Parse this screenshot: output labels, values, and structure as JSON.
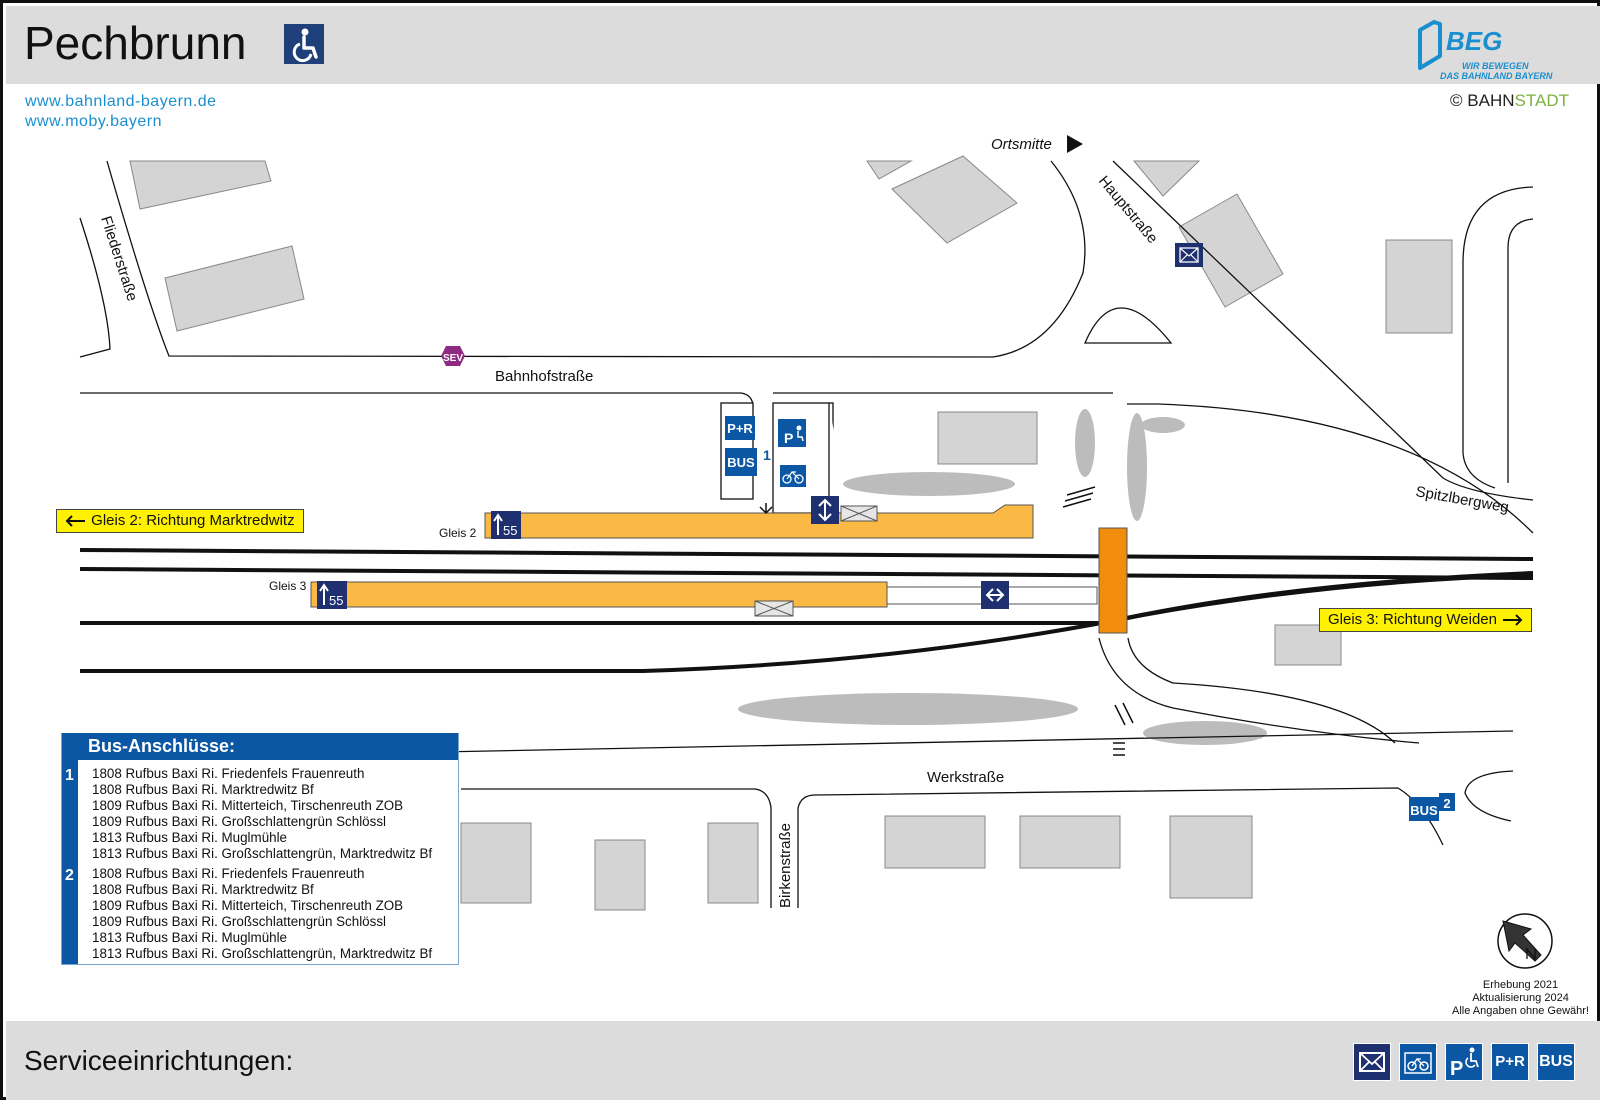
{
  "header": {
    "station_name": "Pechbrunn",
    "logo_name": "BEG",
    "logo_slogan_1": "WIR BEWEGEN",
    "logo_slogan_2": "DAS BAHNLAND BAYERN"
  },
  "links": {
    "url_1": "www.bahnland-bayern.de",
    "url_2": "www.moby.bayern"
  },
  "copyright": {
    "symbol": "©",
    "brand_part_1": "BAHN",
    "brand_part_2": "STADT"
  },
  "streets": {
    "fliederstrasse": "Fliederstraße",
    "bahnhofstrasse": "Bahnhofstraße",
    "hauptstrasse": "Hauptstraße",
    "spitzlbergweg": "Spitzlbergweg",
    "werkstrasse": "Werkstraße",
    "birkenstrasse": "Birkenstraße",
    "ortsmitte": "Ortsmitte"
  },
  "platforms": {
    "gleis2_label": "Gleis 2",
    "gleis3_label": "Gleis 3",
    "gleis2_height": "55",
    "gleis3_height": "55"
  },
  "directions": {
    "gleis2": "Gleis 2: Richtung Marktredwitz",
    "gleis3": "Gleis 3: Richtung Weiden"
  },
  "map_symbols": {
    "sev": "SEV",
    "pr": "P+R",
    "bus": "BUS",
    "bus_stop_1": "1",
    "bus_stop_2": "2",
    "parking": "P"
  },
  "bus_connections": {
    "title": "Bus-Anschlüsse:",
    "stops": [
      {
        "number": "1",
        "lines": [
          "1808 Rufbus Baxi Ri. Friedenfels Frauenreuth",
          "1808 Rufbus Baxi Ri. Marktredwitz Bf",
          "1809 Rufbus Baxi Ri. Mitterteich, Tirschenreuth ZOB",
          "1809 Rufbus Baxi Ri. Großschlattengrün Schlössl",
          "1813 Rufbus Baxi Ri. Muglmühle",
          "1813 Rufbus Baxi Ri. Großschlattengrün, Marktredwitz Bf"
        ]
      },
      {
        "number": "2",
        "lines": [
          "1808 Rufbus Baxi Ri. Friedenfels Frauenreuth",
          "1808 Rufbus Baxi Ri. Marktredwitz Bf",
          "1809 Rufbus Baxi Ri. Mitterteich, Tirschenreuth ZOB",
          "1809 Rufbus Baxi Ri. Großschlattengrün Schlössl",
          "1813 Rufbus Baxi Ri. Muglmühle",
          "1813 Rufbus Baxi Ri. Großschlattengrün, Marktredwitz Bf"
        ]
      }
    ]
  },
  "notes": {
    "survey": "Erhebung 2021",
    "update": "Aktualisierung 2024",
    "disclaimer": "Alle Angaben ohne Gewähr!"
  },
  "footer": {
    "label": "Serviceeinrichtungen:",
    "icons": [
      "mail-icon",
      "bicycle-parking-icon",
      "disabled-parking-icon",
      "park-and-ride-icon",
      "bus-icon"
    ],
    "pr": "P+R",
    "bus": "BUS",
    "parking": "P"
  },
  "colors": {
    "platform": "#f9b944",
    "accessible_crossing": "#f28c0c",
    "building": "#d4d4d4",
    "vegetation": "#bcbcbc",
    "brand_blue": "#0b57a4",
    "navy": "#1f3070",
    "banner_yellow": "#fff200",
    "sev_purple": "#8e2a84"
  }
}
